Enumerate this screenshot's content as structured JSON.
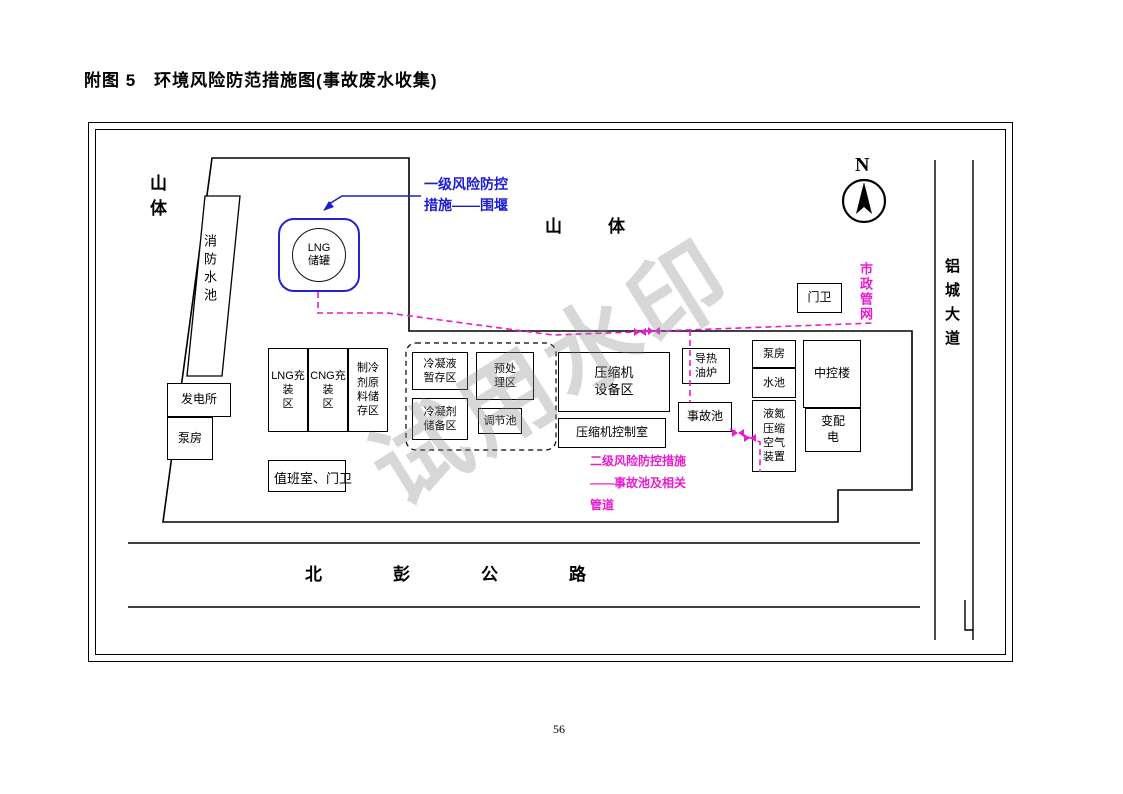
{
  "page": {
    "title": "附图 5　环境风险防范措施图(事故废水收集)",
    "page_number": "56",
    "watermark": "试用水印"
  },
  "colors": {
    "risk_level1_blue": "#1c1cd2",
    "risk_level2_magenta": "#e61ccf",
    "lng_tank_outline": "#2323cf"
  },
  "surroundings": {
    "mountain_left": "山体",
    "mountain_top": "山体",
    "road_right": "铝城大道",
    "road_bottom": "北彭公路",
    "compass_n": "N"
  },
  "annotations": {
    "level1_risk": "一级风险防控\n措施——围堰",
    "level2_risk": "二级风险防控措施\n——事故池及相关\n管道",
    "municipal_network": "市政管网"
  },
  "facilities": {
    "lng_tank_label": "LNG\n储罐",
    "fire_water_pool": "消防水池",
    "power_station": "发电所",
    "pump_house_left": "泵房",
    "lng_filling": "LNG充\n装\n区",
    "cng_filling": "CNG充\n装\n区",
    "refrigerant_storage": "制冷\n剂原\n料储\n存区",
    "condensate_temp": "冷凝液\n暂存区",
    "condensate_reserve": "冷凝剂\n储备区",
    "pretreatment": "预处\n理区",
    "regulating_pool": "调节池",
    "compressor_area": "压缩机\n设备区",
    "compressor_control_room": "压缩机控制室",
    "heat_oil_furnace": "导热\n油炉",
    "accident_pool": "事故池",
    "pump_house_right": "泵房",
    "water_pool": "水池",
    "liquid_nitrogen_air": "液氮\n压缩\n空气\n装置",
    "control_building": "中控楼",
    "power_distribution": "变配\n电",
    "gatehouse": "门卫",
    "duty_room": "值班室、门卫"
  }
}
